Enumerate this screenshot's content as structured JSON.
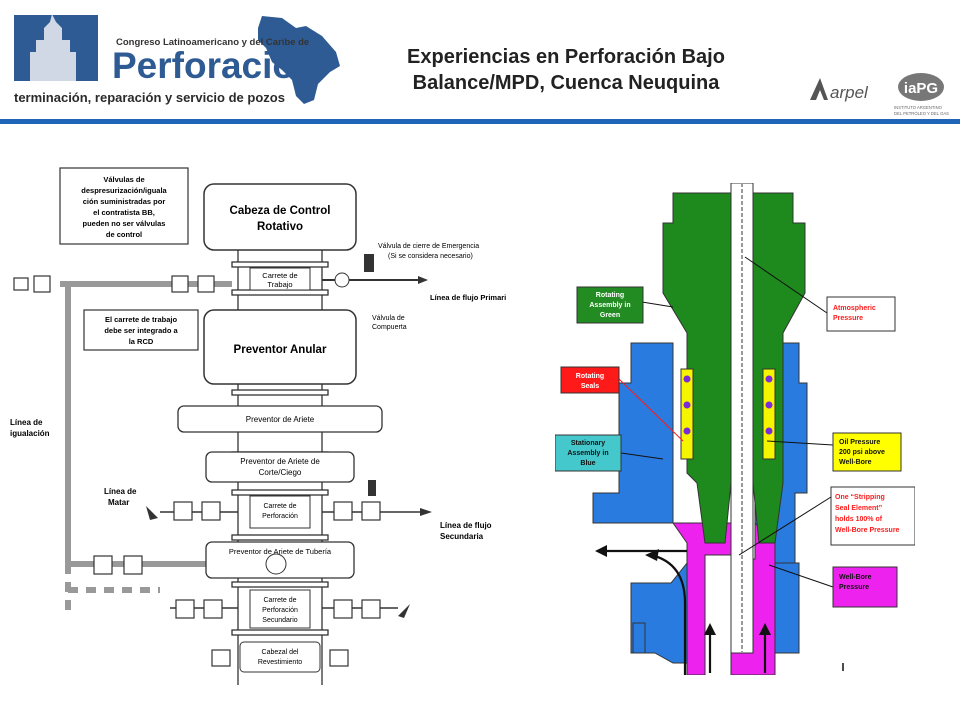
{
  "header": {
    "logo": {
      "line1": "Congreso Latinoamericano y del Caribe de",
      "line2": "Perforación",
      "line3": "terminación, reparación y servicio de pozos"
    },
    "title_line1": "Experiencias en Perforación Bajo",
    "title_line2": "Balance/MPD, Cuenca Neuquina",
    "arpel_label": "arpel",
    "iapg_label": "iaPG",
    "iapg_sub1": "INSTITUTO ARGENTINO",
    "iapg_sub2": "DEL PETRÓLEO Y DEL GAS",
    "rule_color": "#1f66b8"
  },
  "left_diagram": {
    "note_valves": [
      "Válvulas de",
      "despresurización/iguala",
      "ción suministradas por",
      "el contratista BB,",
      "pueden no ser válvulas",
      "de control"
    ],
    "rcd_head": [
      "Cabeza de Control",
      "Rotativo"
    ],
    "emergency_valve": [
      "Válvula de cierre de Emergencia",
      "(Si se considera necesario)"
    ],
    "carrete_trabajo": [
      "Carrete de",
      "Trabajo"
    ],
    "linea_flujo_primaria": "Línea de flujo Primari",
    "valvula_compuerta": [
      "Válvula de",
      "Compuerta"
    ],
    "note_carrete": [
      "El carrete de trabajo",
      "debe ser integrado a",
      "la RCD"
    ],
    "preventor_anular": "Preventor Anular",
    "linea_igualacion": [
      "Línea de",
      "igualación"
    ],
    "preventor_ariete": "Preventor de Ariete",
    "preventor_corte": [
      "Preventor de Ariete de",
      "Corte/Ciego"
    ],
    "linea_matar": [
      "Línea de",
      "Matar"
    ],
    "carrete_perforacion": [
      "Carrete de",
      "Perforación"
    ],
    "linea_flujo_secundaria": [
      "Línea de flujo",
      "Secundaria"
    ],
    "preventor_tuberia": "Preventor de Ariete de Tubería",
    "carrete_secundario": [
      "Carrete de",
      "Perforación",
      "Secundario"
    ],
    "cabezal_revestimiento": [
      "Cabezal del",
      "Revestimiento"
    ]
  },
  "right_diagram": {
    "colors": {
      "rotating": "#1e8a1e",
      "stationary": "#2a7be0",
      "wellbore": "#ee22ee",
      "oil": "#f5f500",
      "label_green": "#228b22",
      "label_red": "#ff1a1a",
      "label_cyan": "#44c8cc",
      "label_yellow": "#ffff00"
    },
    "label_rotating_assembly": [
      "Rotating",
      "Assembly in",
      "Green"
    ],
    "label_rotating_seals": [
      "Rotating",
      "Seals"
    ],
    "label_stationary": [
      "Stationary",
      "Assembly in",
      "Blue"
    ],
    "label_atmospheric": [
      "Atmospheric",
      "Pressure"
    ],
    "label_oil": [
      "Oil Pressure",
      "200 psi above",
      "Well-Bore"
    ],
    "label_stripping": [
      "One “Stripping",
      "Seal Element”",
      "holds 100% of",
      "Well-Bore Pressure"
    ],
    "label_wellbore": [
      "Well-Bore",
      "Pressure"
    ]
  }
}
